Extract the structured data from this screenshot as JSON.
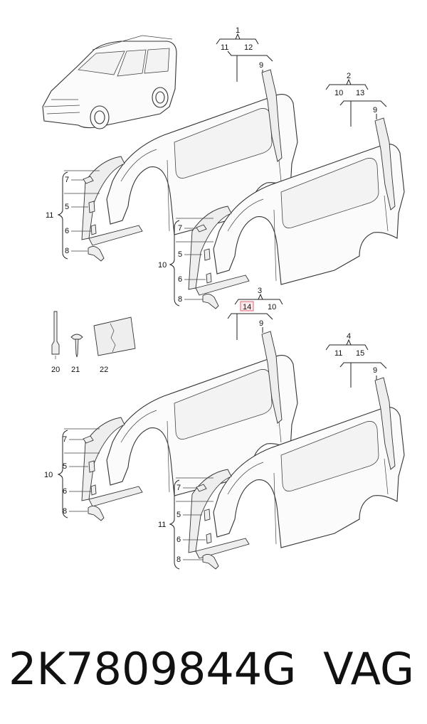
{
  "assemblies": [
    {
      "number": "1",
      "left": "11",
      "right": "12",
      "pillar": "9",
      "side_group": "11"
    },
    {
      "number": "2",
      "left": "10",
      "right": "13",
      "pillar": "9",
      "side_group": "10"
    },
    {
      "number": "3",
      "left": "14",
      "right": "10",
      "pillar": "9",
      "side_group": "10",
      "highlight": "left"
    },
    {
      "number": "4",
      "left": "11",
      "right": "15",
      "pillar": "9",
      "side_group": "11"
    }
  ],
  "side_parts": [
    "7",
    "5",
    "6",
    "8"
  ],
  "accessories": [
    "20",
    "21",
    "22"
  ],
  "colors": {
    "highlight_box": "#e06070",
    "highlight_fill": "#fde8ea",
    "line": "#222222"
  },
  "caption": {
    "part_number": "2K7809844G",
    "brand": "VAG"
  }
}
